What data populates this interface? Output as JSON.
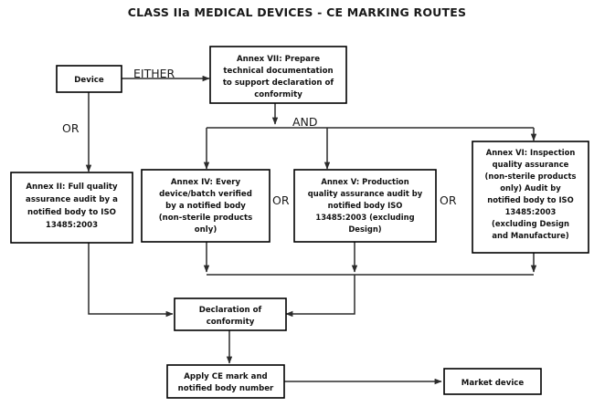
{
  "title": "CLASS IIa MEDICAL DEVICES - CE MARKING ROUTES",
  "nodes": {
    "device": {
      "label": "Device"
    },
    "annex_vii": {
      "lines": [
        "Annex VII: Prepare",
        "technical documentation",
        "to support declaration of",
        "conformity"
      ]
    },
    "annex_ii": {
      "lines": [
        "Annex II: Full quality",
        "assurance audit by a",
        "notified body to ISO",
        "13485:2003"
      ]
    },
    "annex_iv": {
      "lines": [
        "Annex IV: Every",
        "device/batch verified",
        "by a notified body",
        "(non-sterile products",
        "only)"
      ]
    },
    "annex_v": {
      "lines": [
        "Annex V: Production",
        "quality assurance audit by",
        "notified body ISO",
        "13485:2003 (excluding",
        "Design)"
      ]
    },
    "annex_vi": {
      "lines": [
        "Annex VI: Inspection",
        "quality assurance",
        "(non-sterile products",
        "only) Audit by",
        "notified body to ISO",
        "13485:2003",
        "(excluding Design",
        "and Manufacture)"
      ]
    },
    "declaration": {
      "lines": [
        "Declaration of",
        "conformity"
      ]
    },
    "apply_ce": {
      "lines": [
        "Apply CE mark and",
        "notified body number"
      ]
    },
    "market": {
      "label": "Market device"
    }
  },
  "connector_labels": {
    "either": "EITHER",
    "or_device": "OR",
    "and": "AND",
    "or_iv_v": "OR",
    "or_v_vi": "OR"
  },
  "chart_data": {
    "type": "diagram",
    "title": "CLASS IIa MEDICAL DEVICES - CE MARKING ROUTES",
    "diagram_kind": "flowchart",
    "nodes": [
      {
        "id": "device",
        "text": "Device"
      },
      {
        "id": "annex_vii",
        "text": "Annex VII: Prepare technical documentation to support declaration of conformity"
      },
      {
        "id": "annex_ii",
        "text": "Annex II: Full quality assurance audit by a notified body to ISO 13485:2003"
      },
      {
        "id": "annex_iv",
        "text": "Annex IV: Every device/batch verified by a notified body (non-sterile products only)"
      },
      {
        "id": "annex_v",
        "text": "Annex V: Production quality assurance audit by notified body ISO 13485:2003 (excluding Design)"
      },
      {
        "id": "annex_vi",
        "text": "Annex VI: Inspection quality assurance (non-sterile products only) Audit by notified body to ISO 13485:2003 (excluding Design and Manufacture)"
      },
      {
        "id": "declaration",
        "text": "Declaration of conformity"
      },
      {
        "id": "apply_ce",
        "text": "Apply CE mark and notified body number"
      },
      {
        "id": "market",
        "text": "Market device"
      }
    ],
    "edges": [
      {
        "from": "device",
        "to": "annex_vii",
        "label": "EITHER"
      },
      {
        "from": "device",
        "to": "annex_ii",
        "label": "OR"
      },
      {
        "from": "annex_vii",
        "to": "annex_iv",
        "label": "AND"
      },
      {
        "from": "annex_vii",
        "to": "annex_v",
        "label": "AND"
      },
      {
        "from": "annex_vii",
        "to": "annex_vi",
        "label": "AND"
      },
      {
        "from": "annex_iv",
        "to": "declaration",
        "label": ""
      },
      {
        "from": "annex_v",
        "to": "declaration",
        "label": ""
      },
      {
        "from": "annex_vi",
        "to": "declaration",
        "label": ""
      },
      {
        "from": "annex_ii",
        "to": "declaration",
        "label": ""
      },
      {
        "from": "declaration",
        "to": "apply_ce",
        "label": ""
      },
      {
        "from": "apply_ce",
        "to": "market",
        "label": ""
      }
    ],
    "alternatives": [
      {
        "between": [
          "annex_iv",
          "annex_v"
        ],
        "label": "OR"
      },
      {
        "between": [
          "annex_v",
          "annex_vi"
        ],
        "label": "OR"
      }
    ]
  }
}
